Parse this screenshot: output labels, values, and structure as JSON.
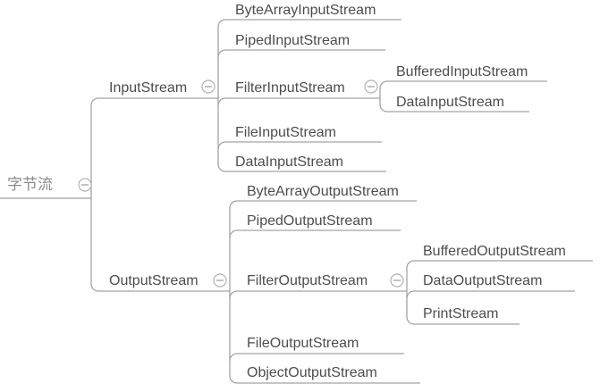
{
  "mindmap": {
    "title": "Java byte stream class hierarchy mind map",
    "root": {
      "label": "字节流",
      "collapse_icon": "minus-circle"
    },
    "branches": [
      {
        "label": "InputStream",
        "collapse_icon": "minus-circle",
        "children": [
          {
            "label": "ByteArrayInputStream"
          },
          {
            "label": "PipedInputStream"
          },
          {
            "label": "FilterInputStream",
            "collapse_icon": "minus-circle",
            "children": [
              {
                "label": "BufferedInputStream"
              },
              {
                "label": "DataInputStream"
              }
            ]
          },
          {
            "label": "FileInputStream"
          },
          {
            "label": "DataInputStream"
          }
        ]
      },
      {
        "label": "OutputStream",
        "collapse_icon": "minus-circle",
        "children": [
          {
            "label": "ByteArrayOutputStream"
          },
          {
            "label": "PipedOutputStream"
          },
          {
            "label": "FilterOutputStream",
            "collapse_icon": "minus-circle",
            "children": [
              {
                "label": "BufferedOutputStream"
              },
              {
                "label": "DataOutputStream"
              },
              {
                "label": "PrintStream"
              }
            ]
          },
          {
            "label": "FileOutputStream"
          },
          {
            "label": "ObjectOutputStream"
          }
        ]
      }
    ],
    "colors": {
      "background": "#ffffff",
      "line": "#a3a3a3",
      "node_text": "#4d4d4d",
      "root_text": "#8b8b8b",
      "icon_stroke": "#b2b2b2"
    }
  }
}
